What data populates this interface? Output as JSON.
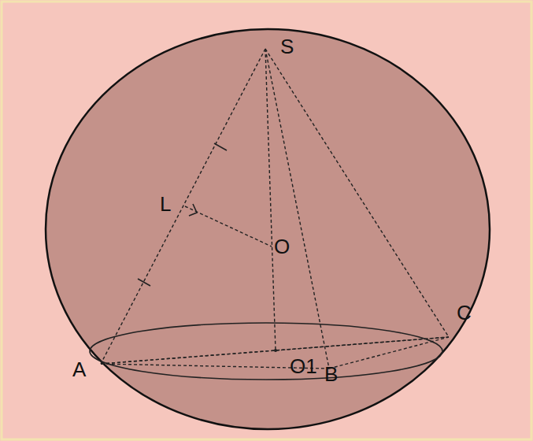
{
  "diagram": {
    "labels": [
      "S",
      "L",
      "O",
      "A",
      "O1",
      "B",
      "C"
    ]
  }
}
